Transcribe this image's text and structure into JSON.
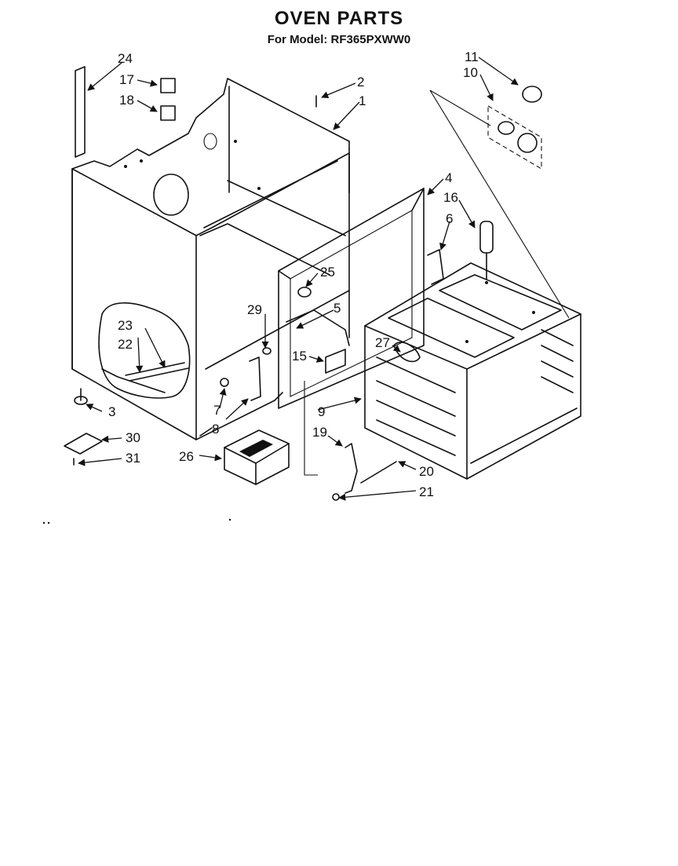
{
  "header": {
    "title": "OVEN PARTS",
    "subtitle": "For Model: RF365PXWW0"
  },
  "callouts": [
    {
      "id": "1",
      "label": "1"
    },
    {
      "id": "2",
      "label": "2"
    },
    {
      "id": "3",
      "label": "3"
    },
    {
      "id": "4",
      "label": "4"
    },
    {
      "id": "5",
      "label": "5"
    },
    {
      "id": "6",
      "label": "6"
    },
    {
      "id": "7",
      "label": "7"
    },
    {
      "id": "8",
      "label": "8"
    },
    {
      "id": "9",
      "label": "9"
    },
    {
      "id": "10",
      "label": "10"
    },
    {
      "id": "11",
      "label": "11"
    },
    {
      "id": "15",
      "label": "15"
    },
    {
      "id": "16",
      "label": "16"
    },
    {
      "id": "17",
      "label": "17"
    },
    {
      "id": "18",
      "label": "18"
    },
    {
      "id": "19",
      "label": "19"
    },
    {
      "id": "20",
      "label": "20"
    },
    {
      "id": "21",
      "label": "21"
    },
    {
      "id": "22",
      "label": "22"
    },
    {
      "id": "23",
      "label": "23"
    },
    {
      "id": "24",
      "label": "24"
    },
    {
      "id": "25",
      "label": "25"
    },
    {
      "id": "26",
      "label": "26"
    },
    {
      "id": "27",
      "label": "27"
    },
    {
      "id": "29",
      "label": "29"
    },
    {
      "id": "30",
      "label": "30"
    },
    {
      "id": "31",
      "label": "31"
    }
  ]
}
